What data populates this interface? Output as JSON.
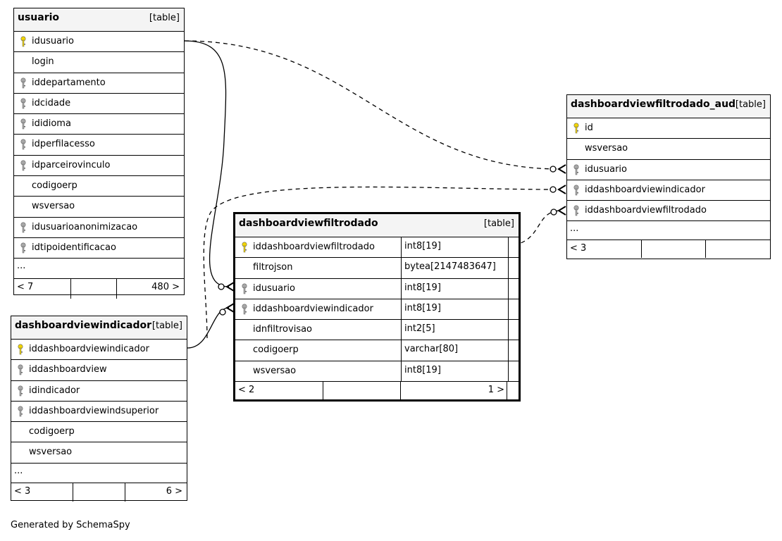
{
  "tables": {
    "usuario": {
      "name": "usuario",
      "type": "[table]",
      "columns": [
        "idusuario",
        "login",
        "iddepartamento",
        "idcidade",
        "ididioma",
        "idperfilacesso",
        "idparceirovinculo",
        "codigoerp",
        "wsversao",
        "idusuarioanonimizacao",
        "idtipoidentificacao"
      ],
      "keys": [
        "pk",
        "none",
        "fk",
        "fk",
        "fk",
        "fk",
        "fk",
        "none",
        "none",
        "fk",
        "fk"
      ],
      "ellipsis": "...",
      "foot_left": "< 7",
      "foot_right": "480 >"
    },
    "dashboardviewindicador": {
      "name": "dashboardviewindicador",
      "type": "[table]",
      "columns": [
        "iddashboardviewindicador",
        "iddashboardview",
        "idindicador",
        "iddashboardviewindsuperior",
        "codigoerp",
        "wsversao"
      ],
      "keys": [
        "pk",
        "fk",
        "fk",
        "fk",
        "none",
        "none"
      ],
      "ellipsis": "...",
      "foot_left": "< 3",
      "foot_right": "6 >"
    },
    "dashboardviewfiltrodado": {
      "name": "dashboardviewfiltrodado",
      "type": "[table]",
      "columns": [
        "iddashboardviewfiltrodado",
        "filtrojson",
        "idusuario",
        "iddashboardviewindicador",
        "idnfiltrovisao",
        "codigoerp",
        "wsversao"
      ],
      "types": [
        "int8[19]",
        "bytea[2147483647]",
        "int8[19]",
        "int8[19]",
        "int2[5]",
        "varchar[80]",
        "int8[19]"
      ],
      "keys": [
        "pk",
        "none",
        "fk",
        "fk",
        "none",
        "none",
        "none"
      ],
      "foot_left": "< 2",
      "foot_right": "1 >"
    },
    "dashboardviewfiltrodado_aud": {
      "name": "dashboardviewfiltrodado_aud",
      "type": "[table]",
      "columns": [
        "id",
        "wsversao",
        "idusuario",
        "iddashboardviewindicador",
        "iddashboardviewfiltrodado"
      ],
      "keys": [
        "pk",
        "none",
        "fk",
        "fk",
        "fk"
      ],
      "ellipsis": "...",
      "foot_left": "< 3"
    }
  },
  "credit": "Generated by SchemaSpy",
  "colors": {
    "pk": "#f2d500",
    "fk": "#a8a8a8"
  }
}
